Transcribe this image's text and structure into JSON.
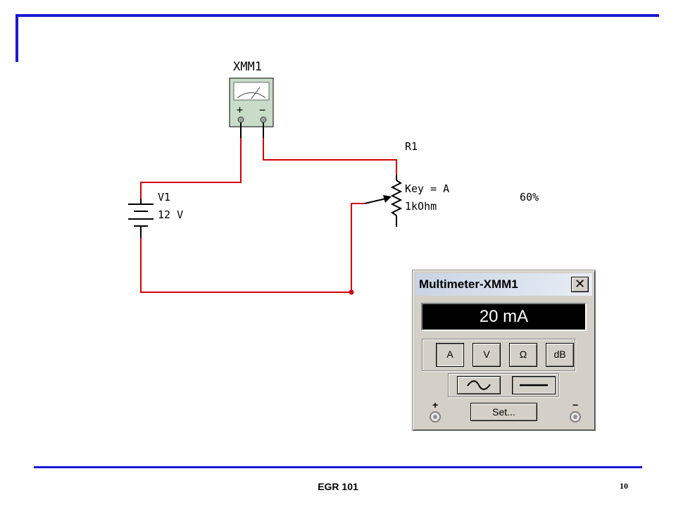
{
  "schematic": {
    "meter_label": "XMM1",
    "meter_plus": "+",
    "meter_minus": "−",
    "source_name": "V1",
    "source_value": "12 V",
    "resistor_name": "R1",
    "resistor_key": "Key = A",
    "resistor_value": "1kOhm",
    "resistor_percent": "60%"
  },
  "multimeter": {
    "title": "Multimeter-XMM1",
    "close_glyph": "✕",
    "readout": "20 mA",
    "mode_buttons": [
      "A",
      "V",
      "Ω",
      "dB"
    ],
    "selected_mode": "A",
    "set_label": "Set...",
    "plus_label": "+",
    "minus_label": "−"
  },
  "footer": {
    "course": "EGR 101",
    "page_number": "10"
  },
  "colors": {
    "frame_blue": "#1a1ad4",
    "wire_red": "#d40000",
    "meter_green": "#c8dcc8"
  }
}
